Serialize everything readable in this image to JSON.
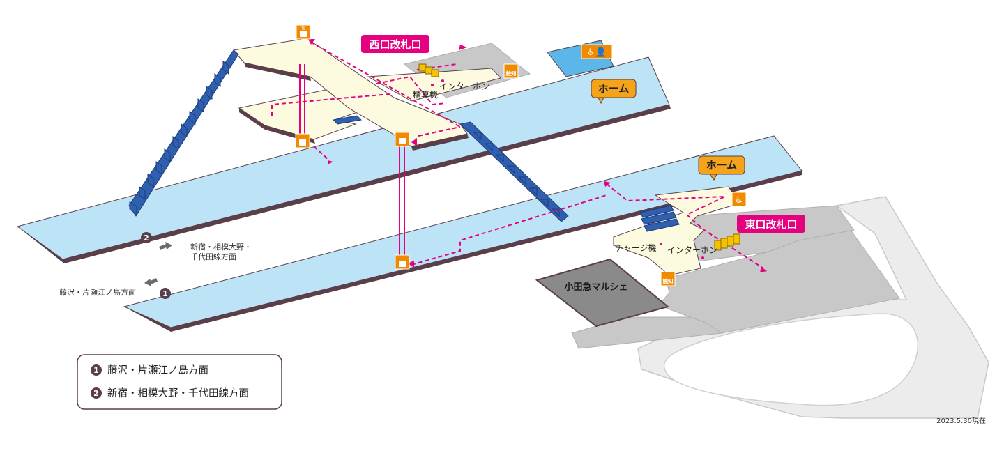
{
  "colors": {
    "platform": "#bde3f6",
    "floor": "#fdfbdf",
    "gray_area": "#c8c8c8",
    "dark_gray": "#8a8a8a",
    "outline": "#5a3f4a",
    "stairs": "#2f5fae",
    "route": "#e4007f",
    "gate_badge": "#e4007f",
    "home_bubble": "#f4a31b",
    "facility_icon": "#f08a00",
    "ticket_gate": "#f4c200"
  },
  "labels": {
    "west_gate": "西口改札口",
    "east_gate": "東口改札口",
    "home_upper": "ホーム",
    "home_lower": "ホーム",
    "fare_adjust": "精算機",
    "intercom_west": "インターホン",
    "intercom_east": "インターホン",
    "charge_machine": "チャージ機",
    "shop": "小田急マルシェ",
    "dir2_line1": "新宿・相模大野・",
    "dir2_line2": "千代田線方面",
    "dir1": "藤沢・片瀬江ノ島方面",
    "num1": "1",
    "num2": "2",
    "tactile": "触知"
  },
  "legend": {
    "items": [
      {
        "number": "1",
        "text": "藤沢・片瀬江ノ島方面"
      },
      {
        "number": "2",
        "text": "新宿・相模大野・千代田線方面"
      }
    ]
  },
  "icons": {
    "elevator": "elevator-icon",
    "toilet": "accessible-toilet-icon",
    "wheelchair": "wheelchair-icon",
    "tactile_map": "tactile-map-icon",
    "ticket_gate": "ticket-gate-icon",
    "stairs": "stairs-icon",
    "arrow": "direction-arrow-icon"
  },
  "date": "2023.5.30現在"
}
